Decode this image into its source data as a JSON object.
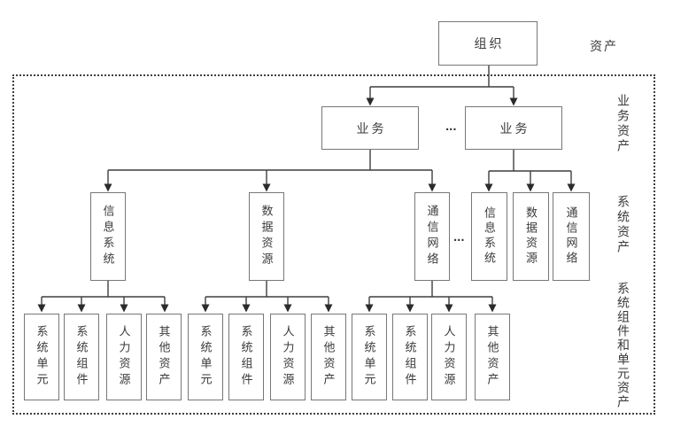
{
  "labels": {
    "asset": "资产",
    "business_asset": "业务资产",
    "system_asset": "系统资产",
    "component_unit_asset": "系统组件和单元资产",
    "ellipsis_business": "...",
    "ellipsis_system": "..."
  },
  "nodes": {
    "org": "组织",
    "business_left": "业务",
    "business_right": "业务",
    "left_systems": [
      "信息系统",
      "数据资源",
      "通信网络"
    ],
    "right_systems": [
      "信息系统",
      "数据资源",
      "通信网络"
    ],
    "components_info": [
      "系统单元",
      "系统组件",
      "人力资源",
      "其他资产"
    ],
    "components_data": [
      "系统单元",
      "系统组件",
      "人力资源",
      "其他资产"
    ],
    "components_comm": [
      "系统单元",
      "系统组件",
      "人力资源",
      "其他资产"
    ]
  },
  "colors": {
    "line": "#3f3f3f",
    "box_border": "#777777",
    "text": "#3a3a3a",
    "background": "#ffffff"
  }
}
